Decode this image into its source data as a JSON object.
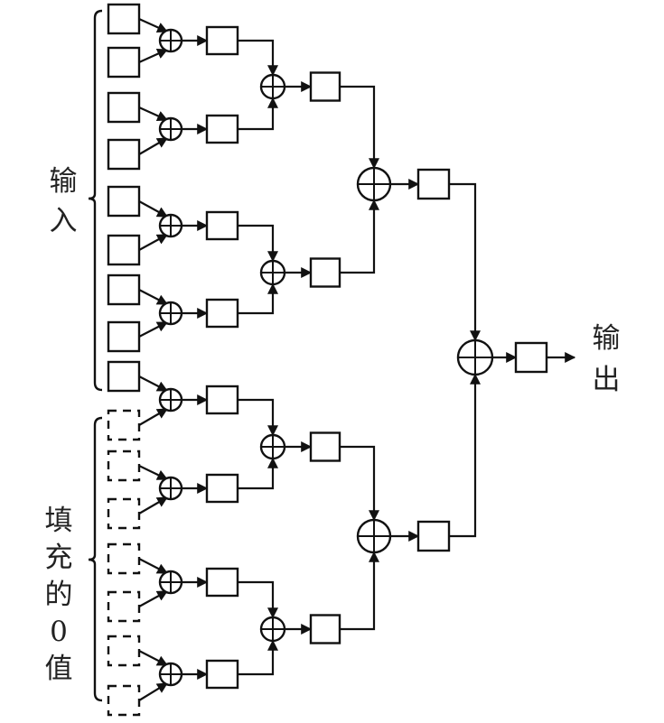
{
  "diagram": {
    "title": "Tree-structured pairwise summation with zero padding",
    "labels": {
      "input": [
        "输",
        "入"
      ],
      "padding": [
        "填",
        "充",
        "的",
        "0",
        "值"
      ],
      "output": [
        "输",
        "出"
      ]
    },
    "inputs": {
      "real_count": 9,
      "padded_zero_count": 7,
      "total": 16
    },
    "tree_levels": [
      {
        "level": 1,
        "adders": 8
      },
      {
        "level": 2,
        "adders": 4
      },
      {
        "level": 3,
        "adders": 2
      },
      {
        "level": 4,
        "adders": 1
      }
    ],
    "node_symbols": {
      "adder": "circle-plus",
      "register": "square-box",
      "padded_register": "dashed-square-box"
    },
    "colors": {
      "stroke": "#111111",
      "background": "#ffffff",
      "text": "#222222"
    }
  }
}
